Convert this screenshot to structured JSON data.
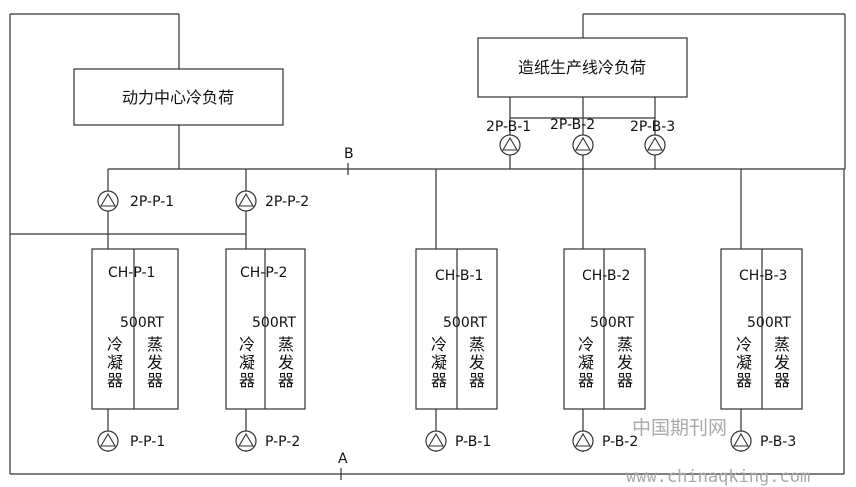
{
  "loads": {
    "power_center": "动力中心冷负荷",
    "paper_line": "造纸生产线冷负荷"
  },
  "nodes": {
    "a": "A",
    "b": "B"
  },
  "secondary_pumps": [
    "2P-P-1",
    "2P-P-2",
    "2P-B-1",
    "2P-B-2",
    "2P-B-3"
  ],
  "chillers": [
    {
      "name": "CH-P-1",
      "capacity": "500RT",
      "condenser": [
        "冷",
        "凝",
        "器"
      ],
      "evaporator": [
        "蒸",
        "发",
        "器"
      ]
    },
    {
      "name": "CH-P-2",
      "capacity": "500RT",
      "condenser": [
        "冷",
        "凝",
        "器"
      ],
      "evaporator": [
        "蒸",
        "发",
        "器"
      ]
    },
    {
      "name": "CH-B-1",
      "capacity": "500RT",
      "condenser": [
        "冷",
        "凝",
        "器"
      ],
      "evaporator": [
        "蒸",
        "发",
        "器"
      ]
    },
    {
      "name": "CH-B-2",
      "capacity": "500RT",
      "condenser": [
        "冷",
        "凝",
        "器"
      ],
      "evaporator": [
        "蒸",
        "发",
        "器"
      ]
    },
    {
      "name": "CH-B-3",
      "capacity": "500RT",
      "condenser": [
        "冷",
        "凝",
        "器"
      ],
      "evaporator": [
        "蒸",
        "发",
        "器"
      ]
    }
  ],
  "primary_pumps": [
    "P-P-1",
    "P-P-2",
    "P-B-1",
    "P-B-2",
    "P-B-3"
  ],
  "watermark": {
    "cn": "中国期刊网",
    "url": "www.chinaqking.com"
  }
}
